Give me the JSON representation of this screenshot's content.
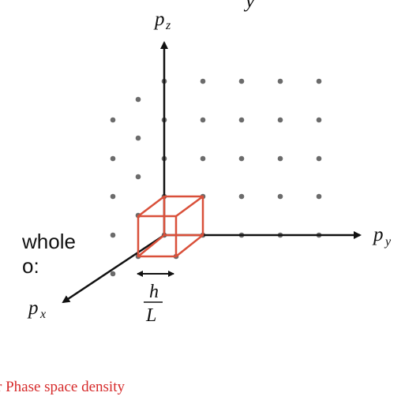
{
  "diagram": {
    "axes": {
      "pz": {
        "base": "p",
        "sub": "z"
      },
      "py": {
        "base": "p",
        "sub": "y"
      },
      "px": {
        "base": "p",
        "sub": "x"
      }
    },
    "spacing_label": {
      "numerator": "h",
      "denominator": "L"
    },
    "colors": {
      "axis": "#111111",
      "dot": "#6b6b6b",
      "cell": "#d9503a"
    }
  },
  "fragments": {
    "top": "y",
    "whole": "whole",
    "to": "o:",
    "phase": "r Phase space density"
  }
}
